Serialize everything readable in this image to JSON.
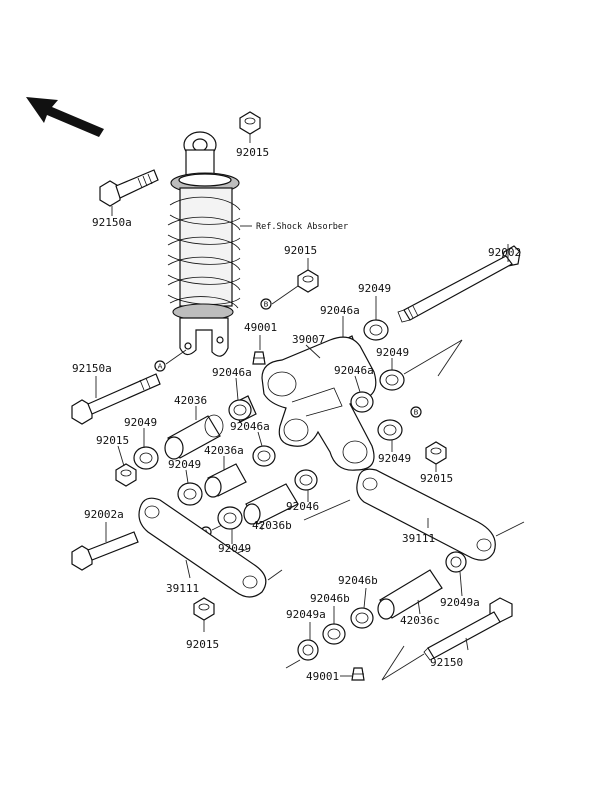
{
  "diagram": {
    "reference_note": "Ref.Shock Absorber",
    "markers": {
      "a": "A",
      "b": "B"
    },
    "labels": {
      "l92015_top": "92015",
      "l92150a_top": "92150a",
      "l92015_mid": "92015",
      "l92002": "92002",
      "l92049_r1": "92049",
      "l92046a_r1": "92046a",
      "l49001_top": "49001",
      "l39007": "39007",
      "l92049_r2": "92049",
      "l92046a_r2": "92046a",
      "l92150a_mid": "92150a",
      "l92046a_l1": "92046a",
      "l42036": "42036",
      "l92049_l1": "92049",
      "l92046a_l2": "92046a",
      "l92015_left": "92015",
      "l42036a": "42036a",
      "l92049_l2": "92049",
      "l92049_r3": "92049",
      "l92015_right": "92015",
      "l92046": "92046",
      "l92002a": "92002a",
      "l42036b": "42036b",
      "l92049_bottom": "92049",
      "l39111_right": "39111",
      "l39111_left": "39111",
      "l92046b_1": "92046b",
      "l92046b_2": "92046b",
      "l92049a_1": "92049a",
      "l92049a_2": "92049a",
      "l42036c": "42036c",
      "l92015_bottom": "92015",
      "l92150": "92150",
      "l49001_bottom": "49001"
    }
  }
}
